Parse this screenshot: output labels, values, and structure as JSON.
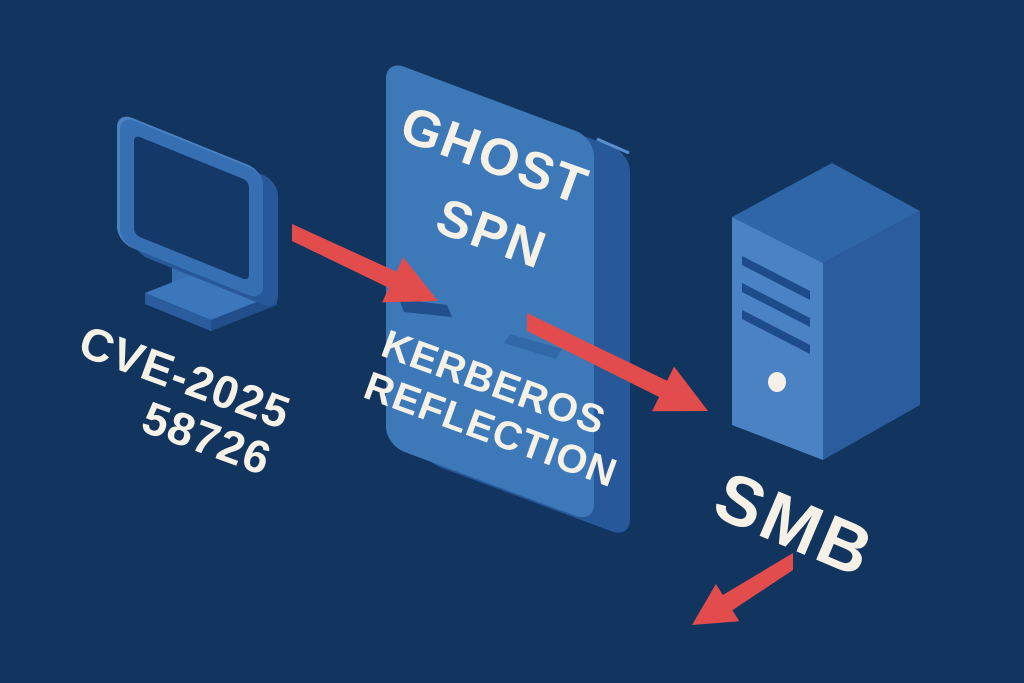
{
  "title": "Ghost SPN Kerberos Reflection attack diagram",
  "colors": {
    "background": "#123560",
    "card_front": "#3d79b8",
    "card_side": "#27589a",
    "card_bevel": "#5a90cd",
    "device_frame": "#376fb3",
    "device_light": "#4a82c4",
    "device_dark": "#2a5c9e",
    "screen_dark": "#143969",
    "slat_dark": "#1d4c8c",
    "shadow_navy": "#1d4a87",
    "arrow_red": "#e34c4c",
    "text_light": "#f5f1e6"
  },
  "attacker": {
    "label_line1": "CVE-2025",
    "label_line2": "58726"
  },
  "card": {
    "title_line1": "GHOST",
    "title_line2": "SPN",
    "subtitle_line1": "KERBEROS",
    "subtitle_line2": "REFLECTION"
  },
  "target": {
    "protocol_label": "SMB"
  },
  "icons": {
    "left_device": "desktop-monitor-icon",
    "right_device": "server-tower-icon",
    "connectors": "red-arrow-icon"
  }
}
